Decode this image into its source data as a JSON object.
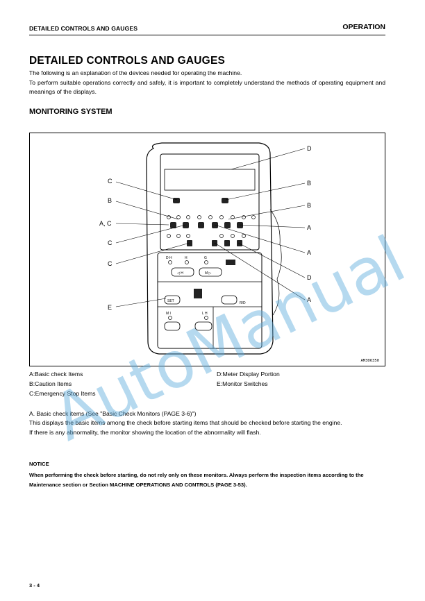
{
  "header": {
    "section": "DETAILED CONTROLS AND GAUGES",
    "chapter": "OPERATION"
  },
  "title": "DETAILED CONTROLS AND GAUGES",
  "intro": [
    "The following is an explanation of the devices needed for operating the machine.",
    "To perform suitable operations correctly and safely, it is important to completely understand the methods of operating equipment and meanings of the displays."
  ],
  "subtitle": "MONITORING SYSTEM",
  "figure": {
    "callouts_left": [
      "C",
      "B",
      "A, C",
      "C",
      "C",
      "E"
    ],
    "callouts_right": [
      "D",
      "B",
      "B",
      "A",
      "A",
      "D",
      "A"
    ],
    "panel_labels": {
      "row1": [
        "D H",
        "H",
        "G"
      ],
      "lh": "◁ H",
      "mh": "M ▷",
      "set": "SET",
      "ref": "R/D",
      "mi": "M I",
      "li": "L H"
    },
    "id": "AM306350"
  },
  "legend": {
    "a": "A:Basic check Items",
    "b": "B:Caution Items",
    "c": "C:Emergency Stop Items",
    "d": "D:Meter Display Portion",
    "e": "E:Monitor Switches"
  },
  "section_a": {
    "heading": "A. Basic check items (See \"Basic Check Monitors (PAGE 3-6)\")",
    "lines": [
      "This displays the basic items among the check before starting items that should be checked before starting the engine.",
      "If there is any abnormality, the monitor showing the location of the abnormality will flash."
    ]
  },
  "notice": {
    "title": "NOTICE",
    "text": "When performing the check before starting, do not rely only on these monitors. Always perform the inspection items according to the Maintenance section or Section MACHINE OPERATIONS AND CONTROLS (PAGE 3-53)."
  },
  "watermark": "AutoManual",
  "page_number": "3 - 4"
}
